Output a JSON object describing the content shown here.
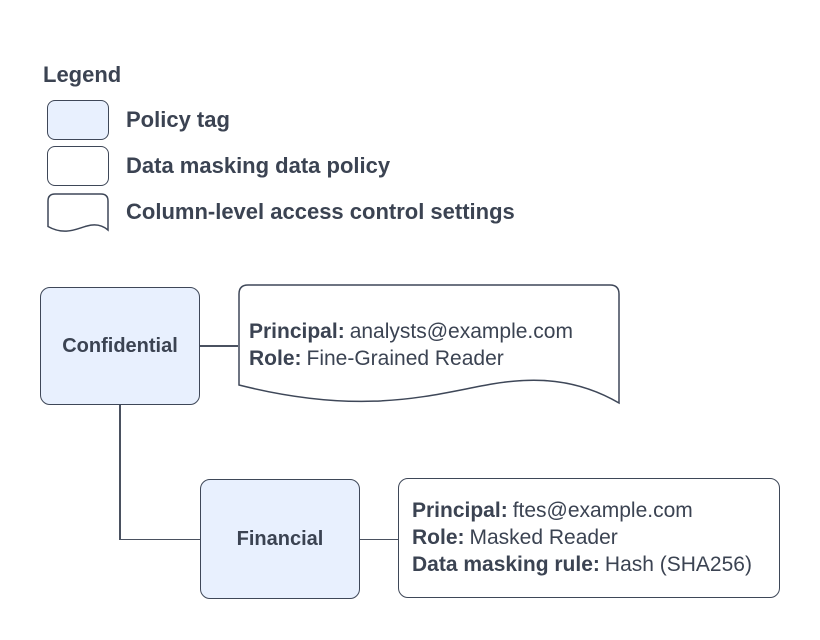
{
  "colors": {
    "policy_tag_fill": "#e8f0fe",
    "shape_fill_white": "#ffffff",
    "shape_border": "#3e4758",
    "text": "#3b4352",
    "connector": "#4a5160",
    "background": "#ffffff"
  },
  "legend": {
    "title": "Legend",
    "items": [
      {
        "shape": "policy-tag-swatch",
        "label": "Policy tag"
      },
      {
        "shape": "data-policy-swatch",
        "label": "Data masking data policy"
      },
      {
        "shape": "document-swatch",
        "label": "Column-level access control settings"
      }
    ]
  },
  "diagram": {
    "nodes": [
      {
        "id": "confidential",
        "type": "policy-tag",
        "label": "Confidential"
      },
      {
        "id": "financial",
        "type": "policy-tag",
        "label": "Financial"
      }
    ],
    "access_settings": {
      "type": "column-level-access-control-settings",
      "fields": [
        {
          "key": "Principal:",
          "value": "analysts@example.com"
        },
        {
          "key": "Role:",
          "value": "Fine-Grained Reader"
        }
      ]
    },
    "data_policy": {
      "type": "data-masking-data-policy",
      "fields": [
        {
          "key": "Principal:",
          "value": "ftes@example.com"
        },
        {
          "key": "Role:",
          "value": "Masked Reader"
        },
        {
          "key": "Data masking rule:",
          "value": "Hash (SHA256)"
        }
      ]
    },
    "edges": [
      {
        "from": "confidential",
        "to": "access_settings"
      },
      {
        "from": "confidential",
        "to": "financial"
      },
      {
        "from": "financial",
        "to": "data_policy"
      }
    ]
  }
}
